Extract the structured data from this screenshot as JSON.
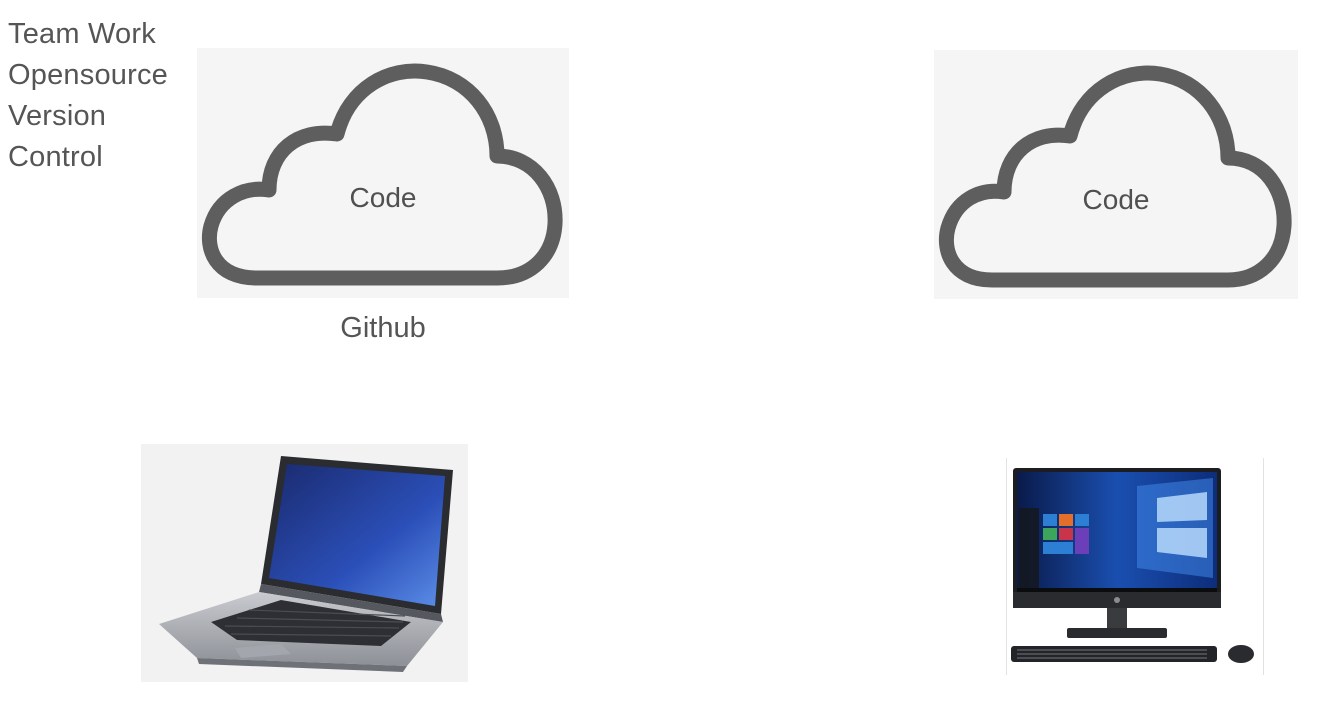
{
  "topics": [
    "Team Work",
    "Opensource",
    "Version",
    "Control"
  ],
  "clouds": {
    "left_label": "Code",
    "right_label": "Code"
  },
  "caption": "Github",
  "devices": {
    "laptop_icon": "laptop-icon",
    "desktop_icon": "desktop-computer-icon"
  },
  "colors": {
    "cloud_stroke": "#5e5e5e",
    "cloud_card_bg": "#f5f5f5",
    "text": "#555555"
  }
}
